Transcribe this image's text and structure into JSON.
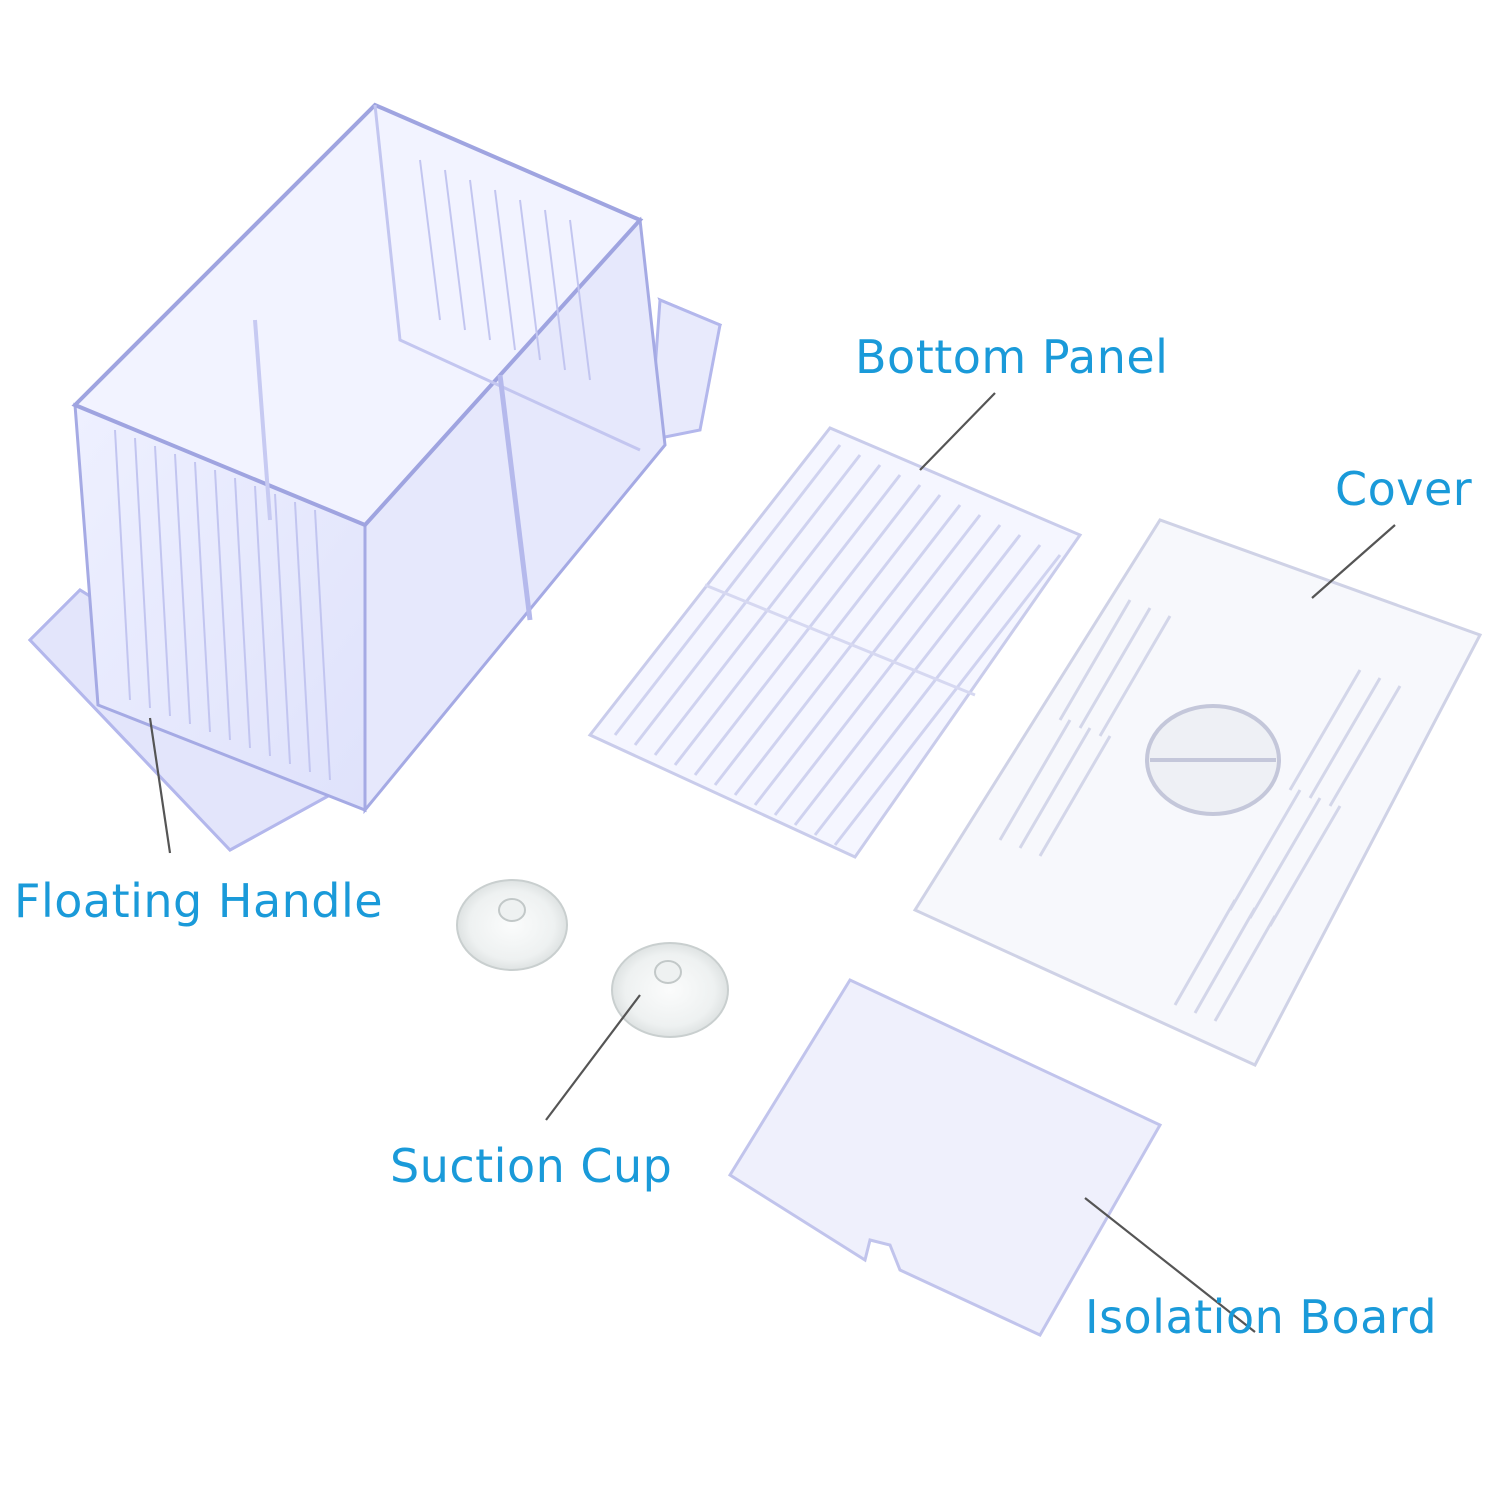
{
  "diagram": {
    "label_color": "#1a9ad9",
    "leader_color": "#555555",
    "part_color": "#c7c9f2",
    "callouts": {
      "bottom_panel": "Bottom Panel",
      "cover": "Cover",
      "floating_handle": "Floating Handle",
      "suction_cup": "Suction Cup",
      "isolation_board": "Isolation Board"
    }
  }
}
